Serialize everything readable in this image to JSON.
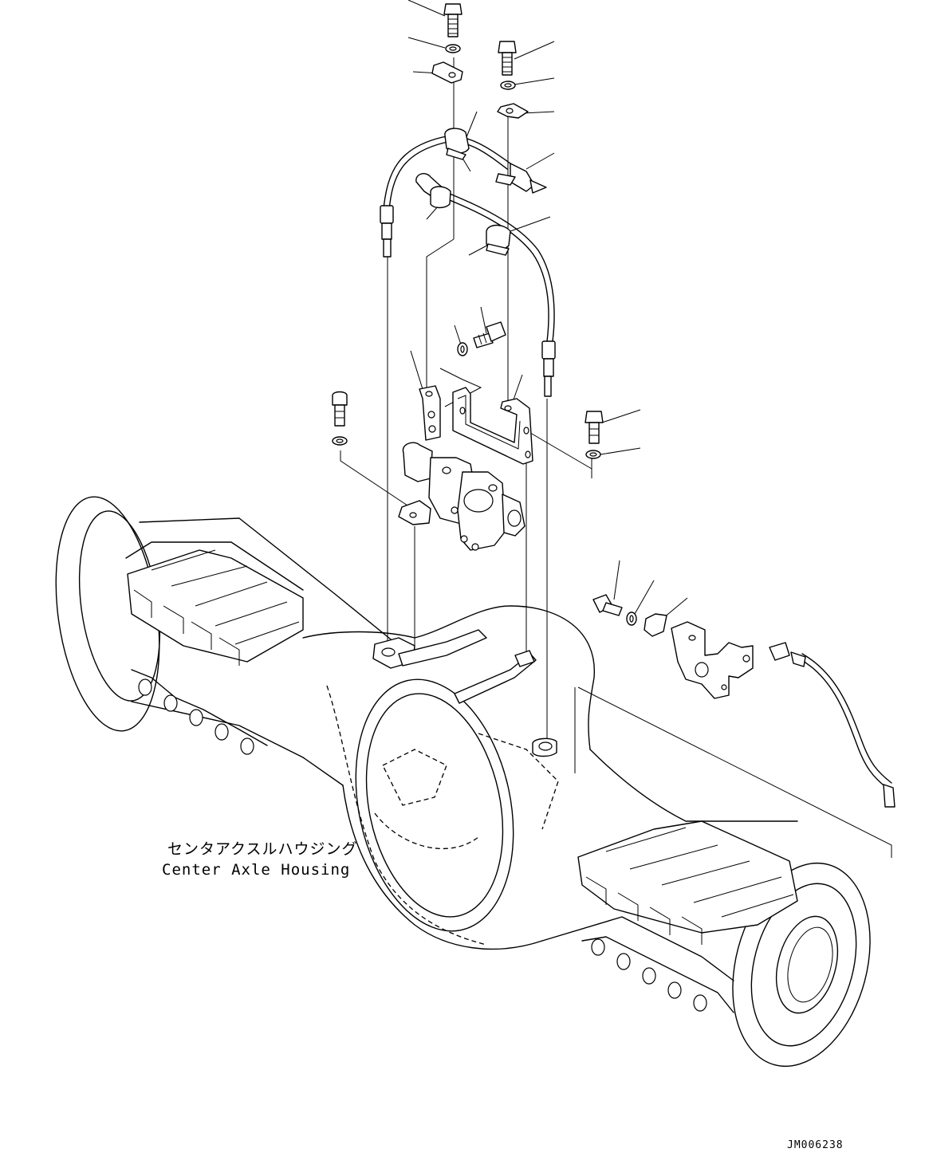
{
  "diagram": {
    "label_japanese": "センタアクスルハウジング",
    "label_english": "Center Axle Housing",
    "drawing_code": "JM006238"
  }
}
